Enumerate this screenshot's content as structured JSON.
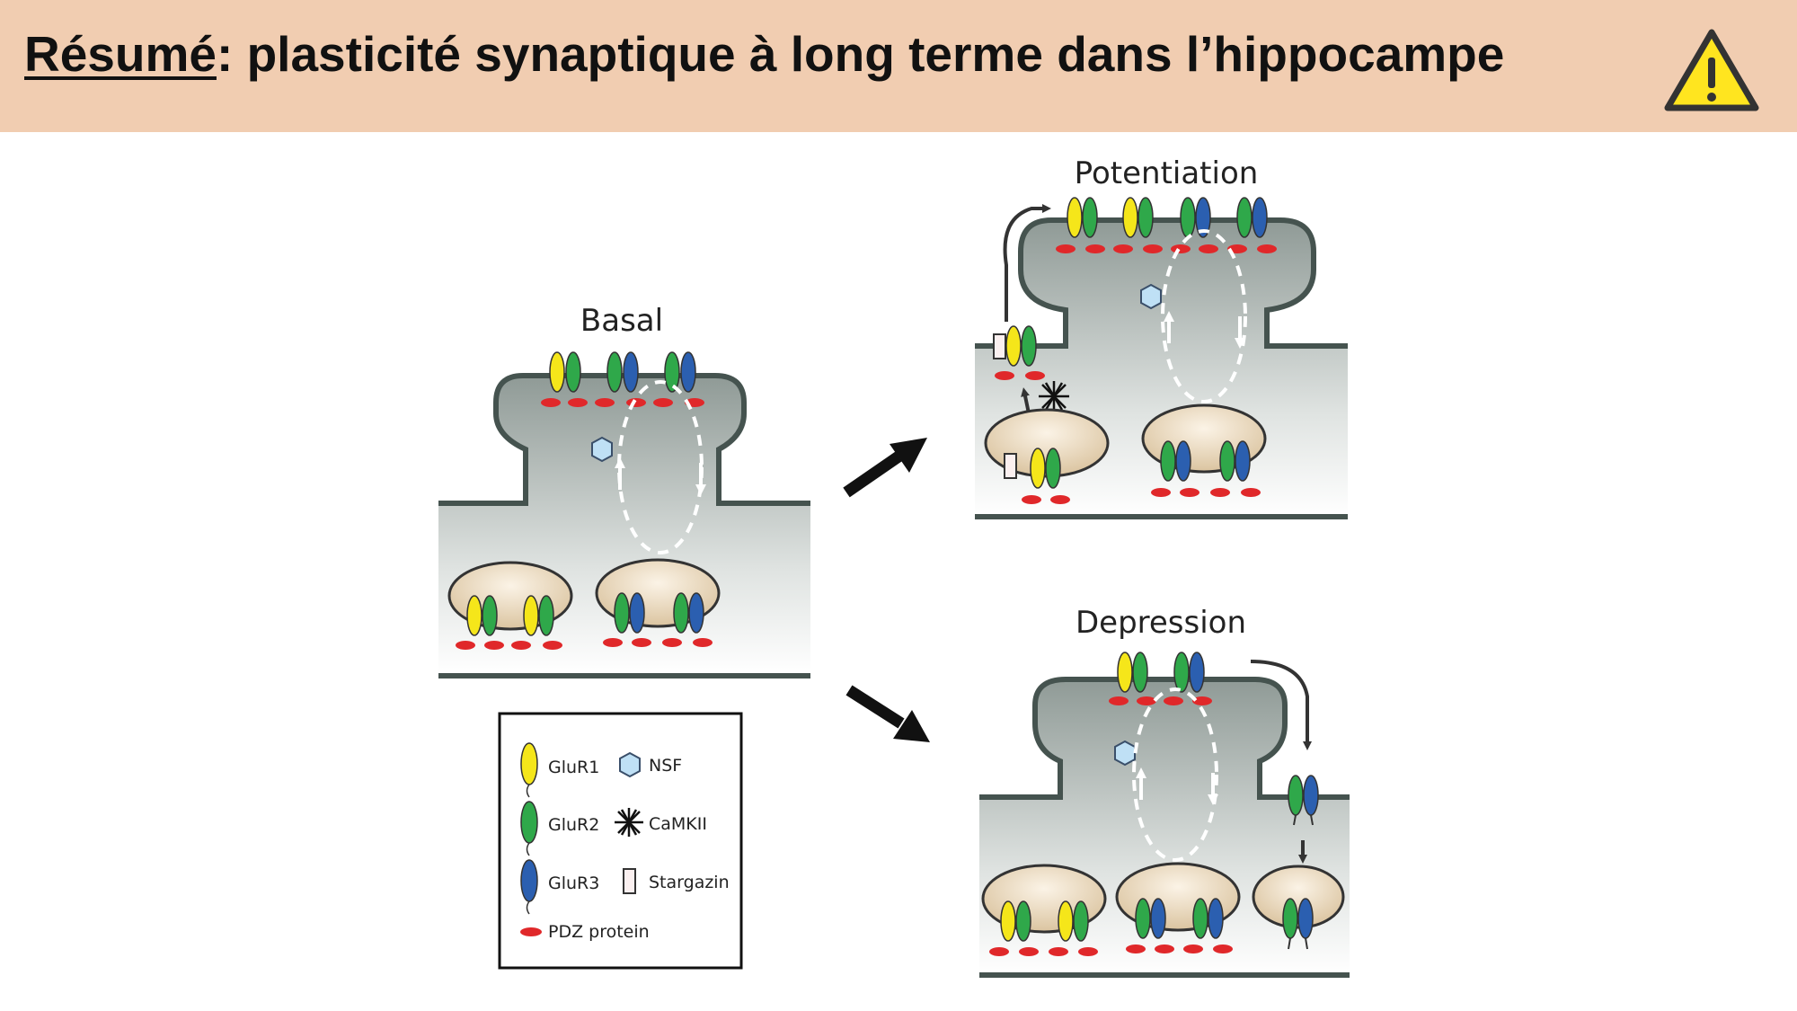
{
  "header": {
    "title_prefix": "Résumé",
    "title_rest": ": plasticité synaptique à long terme dans l’hippocampe",
    "warning_icon": "warning-triangle-icon",
    "bg_color": "#f1cdb1",
    "warning_color": "#ffe51f"
  },
  "panels": {
    "basal": "Basal",
    "potentiation": "Potentiation",
    "depression": "Depression"
  },
  "legend": {
    "glur1": "GluR1",
    "glur2": "GluR2",
    "glur3": "GluR3",
    "nsf": "NSF",
    "camkii": "CaMKII",
    "stargazin": "Stargazin",
    "pdz": "PDZ protein"
  },
  "colors": {
    "glur1": "#f5e61a",
    "glur2": "#2fa84a",
    "glur3": "#2b5fb0",
    "pdz": "#e0282a",
    "nsf": "#bfe0f5",
    "vesicle": "#e4cfae",
    "membrane": "#45534f"
  }
}
